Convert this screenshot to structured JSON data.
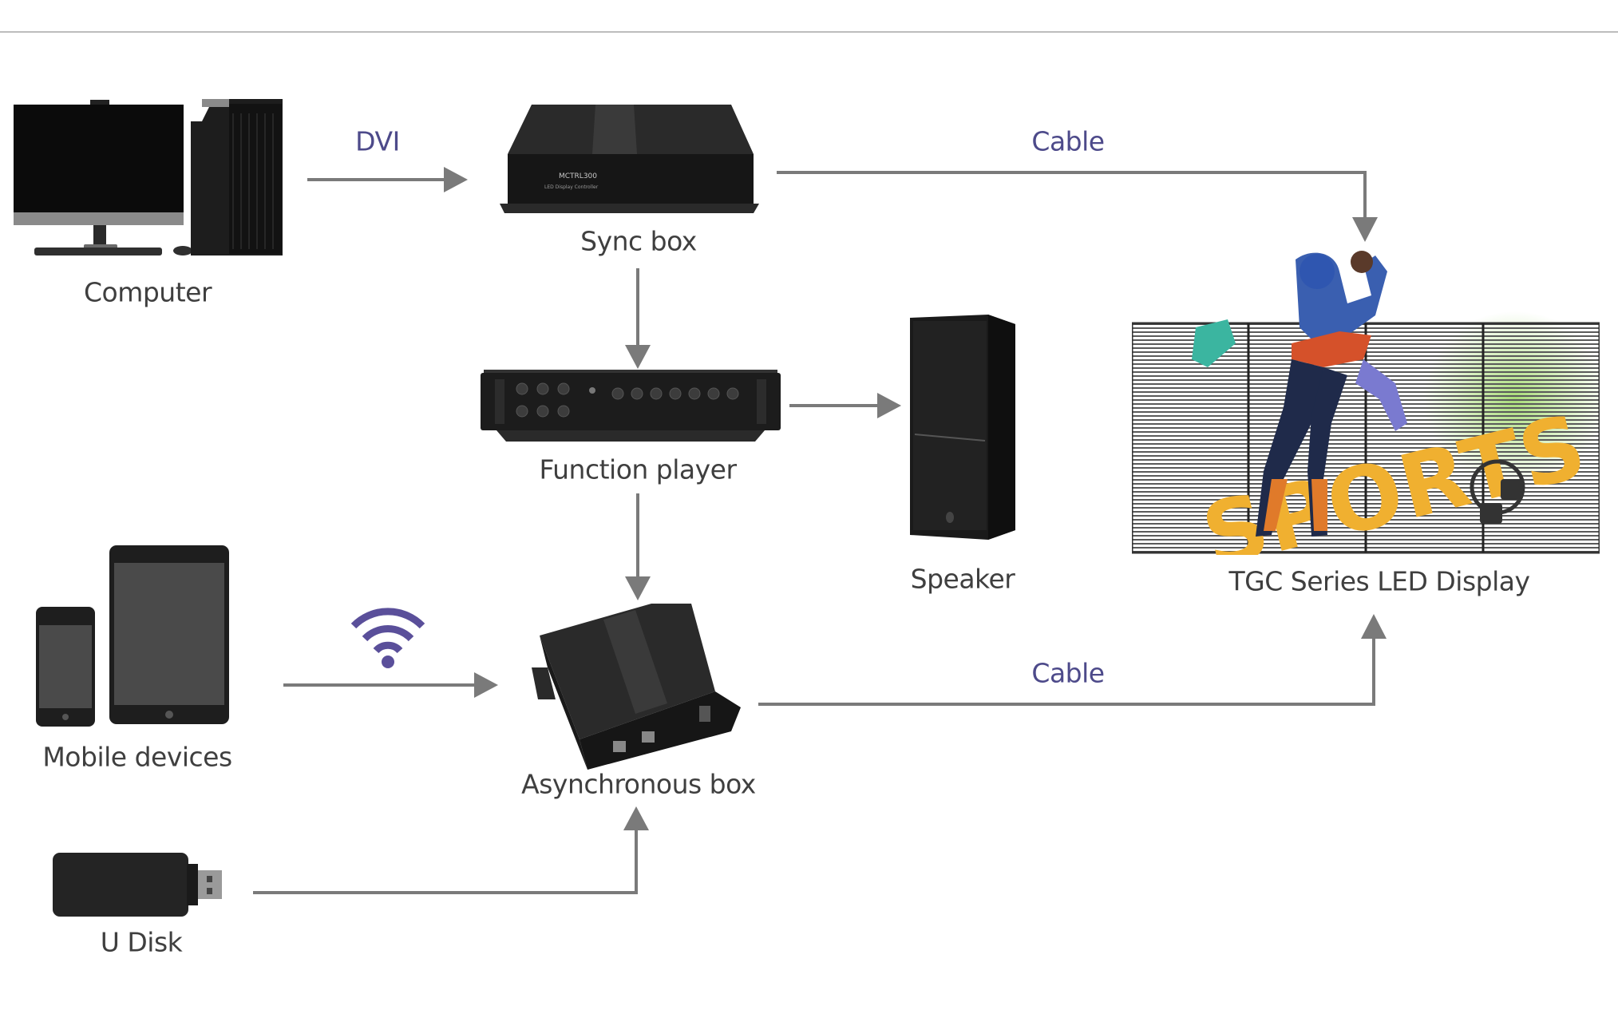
{
  "diagram": {
    "nodes": {
      "computer": {
        "label": "Computer",
        "icon": "desktop-computer-icon"
      },
      "sync_box": {
        "label": "Sync box",
        "icon": "sync-box-icon",
        "device_text": "MCTRL300",
        "device_subtext": "LED Display Controller"
      },
      "function_player": {
        "label": "Function player",
        "icon": "function-player-icon"
      },
      "speaker": {
        "label": "Speaker",
        "icon": "speaker-icon"
      },
      "display": {
        "label": "TGC Series LED Display",
        "icon": "led-display-icon",
        "screen_text": "SPORTS"
      },
      "mobile": {
        "label": "Mobile devices",
        "icon": "mobile-devices-icon"
      },
      "async_box": {
        "label": "Asynchronous box",
        "icon": "asynchronous-box-icon"
      },
      "udisk": {
        "label": "U Disk",
        "icon": "usb-drive-icon"
      }
    },
    "edges": [
      {
        "from": "Computer",
        "to": "Sync box",
        "label": "DVI"
      },
      {
        "from": "Sync box",
        "to": "TGC Series LED Display",
        "label": "Cable"
      },
      {
        "from": "Sync box",
        "to": "Function player",
        "label": ""
      },
      {
        "from": "Function player",
        "to": "Speaker",
        "label": ""
      },
      {
        "from": "Function player",
        "to": "Asynchronous box",
        "label": ""
      },
      {
        "from": "Mobile devices",
        "to": "Asynchronous box",
        "label": "",
        "icon": "wifi-icon"
      },
      {
        "from": "U Disk",
        "to": "Asynchronous box",
        "label": ""
      },
      {
        "from": "Asynchronous box",
        "to": "TGC Series LED Display",
        "label": "Cable"
      }
    ],
    "colors": {
      "arrow": "#7a7a7a",
      "connection_label": "#4d4a8a",
      "node_label": "#3f3f3f",
      "wifi": "#5a4f9a",
      "sports_text": "#f0b030"
    }
  }
}
